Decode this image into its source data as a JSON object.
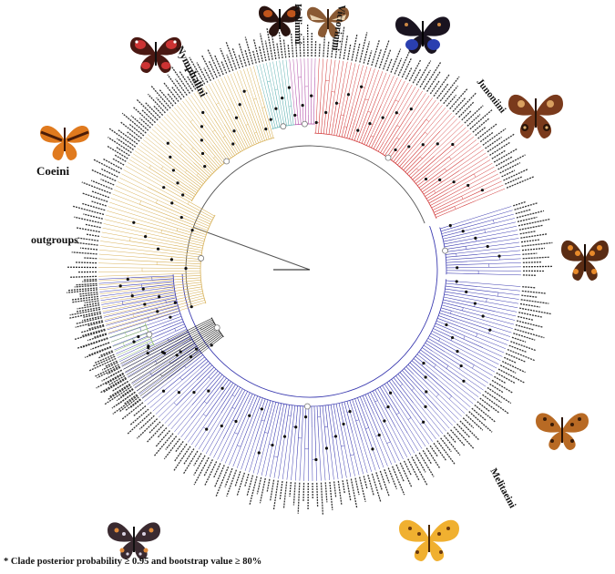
{
  "clades": {
    "nymphalini": "Nymphalini",
    "kallimini": "Kallimini",
    "victorinini": "Victorinini",
    "junoniini": "Junoniini",
    "coeini": "Coeini",
    "outgroups": "outgroups",
    "melitaeini": "Melitaeini"
  },
  "caption": "* Clade posterior probability ≥ 0.95 and bootstrap value ≥ 80%",
  "colors": {
    "nymphalini": "#d8b25a",
    "coeini": "#d8b25a",
    "kallimini": "#5fb3b3",
    "victorinini": "#b24fa8",
    "junoniini": "#d23a3a",
    "melitaeini": "#3b3bb0",
    "outgroups": "#111111",
    "coeini_basal": "#8fbf6a"
  },
  "icons": [
    "nymphalini-butterfly",
    "kallimini-butterfly",
    "victorinini-butterfly",
    "junoniini-purple-butterfly",
    "junoniini-brown-butterfly",
    "coeini-butterfly",
    "melitaeini-checkerspot-butterfly",
    "melitaeini-fritillary-butterfly",
    "melitaeini-orange-butterfly",
    "melitaeini-patterned-butterfly"
  ]
}
